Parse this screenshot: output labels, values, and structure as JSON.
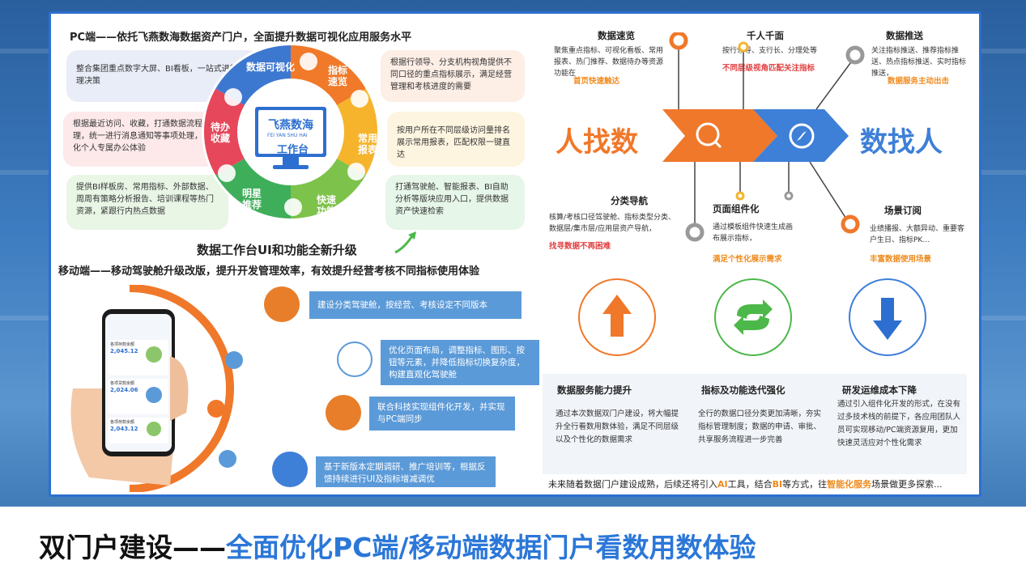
{
  "pc": {
    "title": "PC端——依托飞燕数海数据资产门户，全面提升数据可视化应用服务水平",
    "left_boxes": [
      "整合集团重点数字大屏、BI看板，一站式进行管理决策",
      "根据最近访问、收藏，打通数据流程管理，统一进行消息通知等事项处理，优化个人专属办公体验",
      "提供BI样板房、常用指标、外部数据、周周有策略分析报告、培训课程等热门资源，紧跟行内热点数据"
    ],
    "right_boxes": [
      "根据行领导、分支机构视角提供不同口径的重点指标展示，满足经营管理和考核进度的需要",
      "按用户所在不同层级访问量排名展示常用报表，匹配权限一键直达",
      "打通驾驶舱、智能报表、BI自助分析等版块应用入口，提供数据资产快速检索"
    ],
    "wheel": {
      "seg_viz": "数据可视化",
      "seg_speed": "指标速览",
      "seg_report": "常用报表",
      "seg_quick": "快速功能",
      "seg_recommend": "明星推荐",
      "seg_todo": "待办收藏",
      "center_cn": "飞燕数海",
      "center_en": "FEI YAN SHU HAI",
      "center_sub": "工作台"
    },
    "subtitle": "数据工作台UI和功能全新升级"
  },
  "mobile": {
    "title": "移动端——移动驾驶舱升级改版，提升开发管理效率，有效提升经营考核不同指标使用体验",
    "items": [
      "建设分类驾驶舱，按经营、考核设定不同版本",
      "优化页面布局，调整指标、图形、按钮等元素，并降低指标切换复杂度，构建直观化驾驶舱",
      "联合科技实现组件化开发，并实现与PC端同步",
      "基于新版本定期调研、推广培训等，根据反馈持续进行UI及指标增减调优"
    ],
    "phone": {
      "cards": [
        {
          "label": "各项存款余额",
          "value": "2,045.12"
        },
        {
          "label": "各项贷款余额",
          "value": "2,024.06"
        },
        {
          "label": "各项存款余额",
          "value": "2,043.12"
        }
      ]
    }
  },
  "right": {
    "big_left": "人找数",
    "big_right": "数找人",
    "features": [
      {
        "title": "数据速览",
        "desc": "聚焦重点指标、可视化看板、常用报表、热门推荐、数据待办等资源功能在",
        "highlight": "首页快速触达"
      },
      {
        "title": "千人千面",
        "desc": "按行领导、支行长、分理处等",
        "highlight": "不同层级视角匹配关注指标"
      },
      {
        "title": "数据推送",
        "desc": "关注指标推送、推荐指标推送、热点指标推送、实时指标推送，",
        "highlight": "数据服务主动出击"
      },
      {
        "title": "分类导航",
        "desc": "核算/考核口径驾驶舱、指标类型分类、数据层/集市层/应用层资产导航，",
        "highlight": "找寻数据不再困难"
      },
      {
        "title": "页面组件化",
        "desc": "通过模板组件快速生成画布展示指标，",
        "highlight": "满足个性化展示需求"
      },
      {
        "title": "场景订阅",
        "desc": "业绩播报、大额异动、重要客户生日、指标PK…",
        "highlight": "丰富数据使用场景"
      }
    ],
    "capabilities": [
      {
        "title": "数据服务能力提升",
        "desc": "通过本次数据双门户建设，将大幅提升全行看数用数体验，满足不同层级以及个性化的数据需求"
      },
      {
        "title": "指标及功能迭代强化",
        "desc": "全行的数据口径分类更加清晰，夯实指标管理制度；数据的申请、审批、共享服务流程进一步完善"
      },
      {
        "title": "研发运维成本下降",
        "desc": "通过引入组件化开发的形式，在没有过多技术栈的前提下，各应用团队人员可实现移动/PC端资源复用，更加快速灵活应对个性化需求"
      }
    ],
    "future_a": "未来随着数据门户建设成熟，后续还将引入",
    "future_ai": "AI",
    "future_b": "工具，结合",
    "future_bi": "BI",
    "future_c": "等方式，往",
    "future_smart": "智能化服务",
    "future_d": "场景做更多探索..."
  },
  "bottom": {
    "title_black": "双门户建设——",
    "title_blue": "全面优化PC端/移动端数据门户看数用数体验"
  },
  "colors": {
    "orange": "#f0782a",
    "blue": "#3e7fd8",
    "green": "#4cb84a",
    "grey": "#9a9a9a"
  }
}
